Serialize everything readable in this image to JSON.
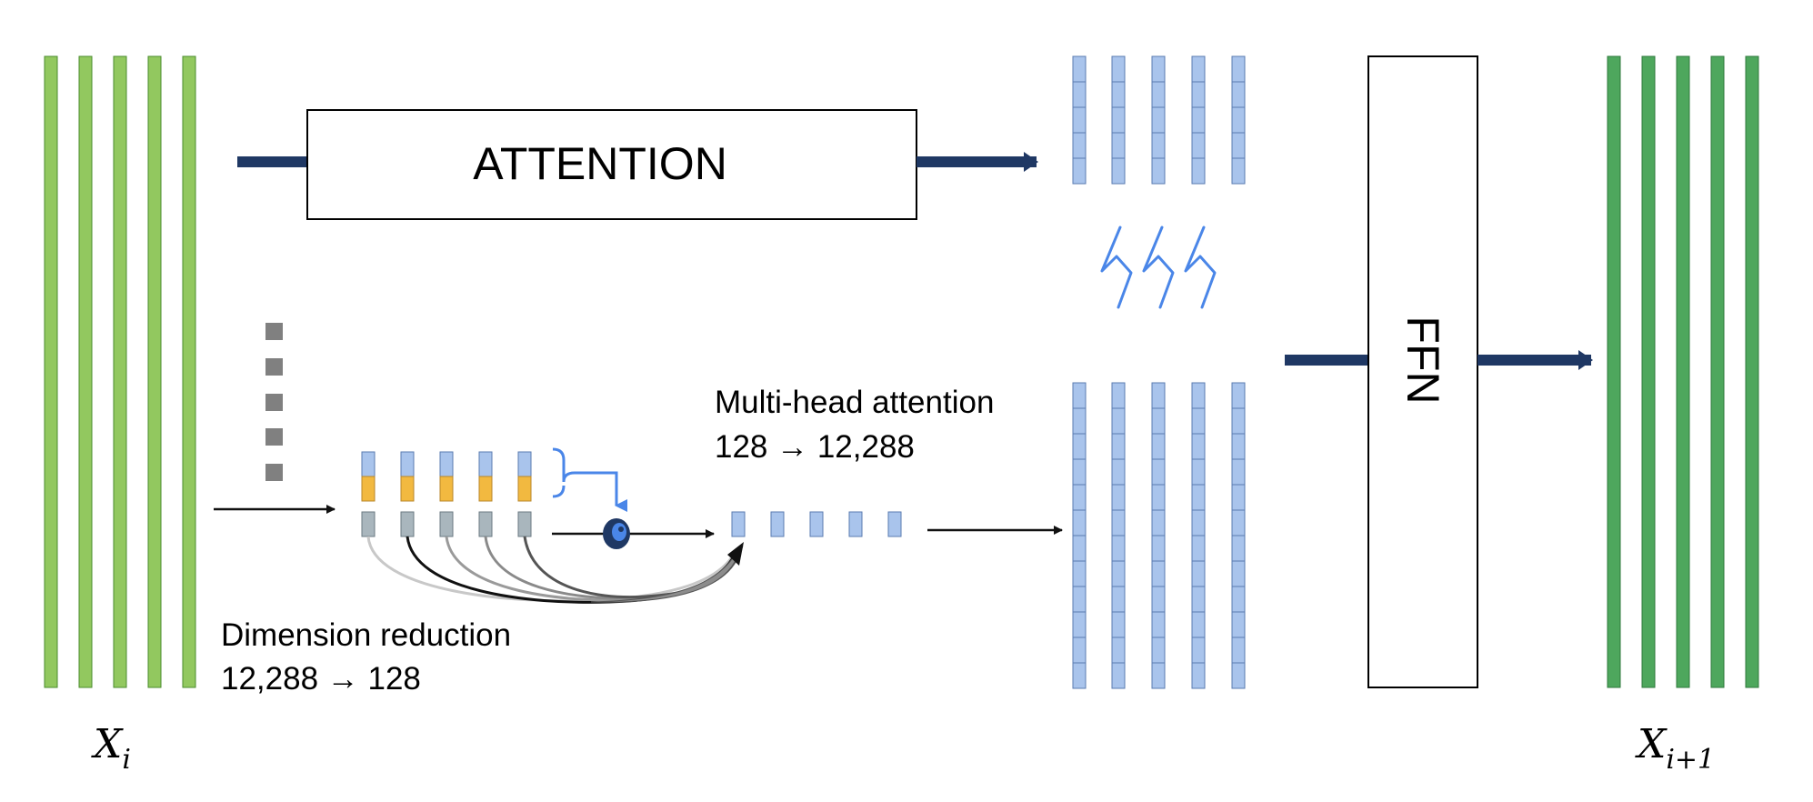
{
  "blocks": {
    "attention_label": "ATTENTION",
    "ffn_label": "FFN"
  },
  "labels": {
    "multi_head_line1": "Multi-head attention",
    "multi_head_line2": "128 → 12,288",
    "dim_reduction_line1": "Dimension reduction",
    "dim_reduction_line2": "12,288 → 128"
  },
  "math": {
    "input_symbol": "X",
    "input_subscript": "i",
    "output_symbol": "X",
    "output_subscript": "i+1"
  },
  "colors": {
    "input_green": "#92c85f",
    "output_green": "#4ea75d",
    "token_blue": "#a9c4ec",
    "token_yellow": "#f2b940",
    "token_gray": "#a9b6bd",
    "navy": "#1f3864",
    "accent_blue": "#4a86e8",
    "ellipsis_gray": "#808080"
  },
  "icons": {
    "lightning": "lightning-squiggle-icon",
    "weighting": "weighted-sum-node-icon"
  }
}
